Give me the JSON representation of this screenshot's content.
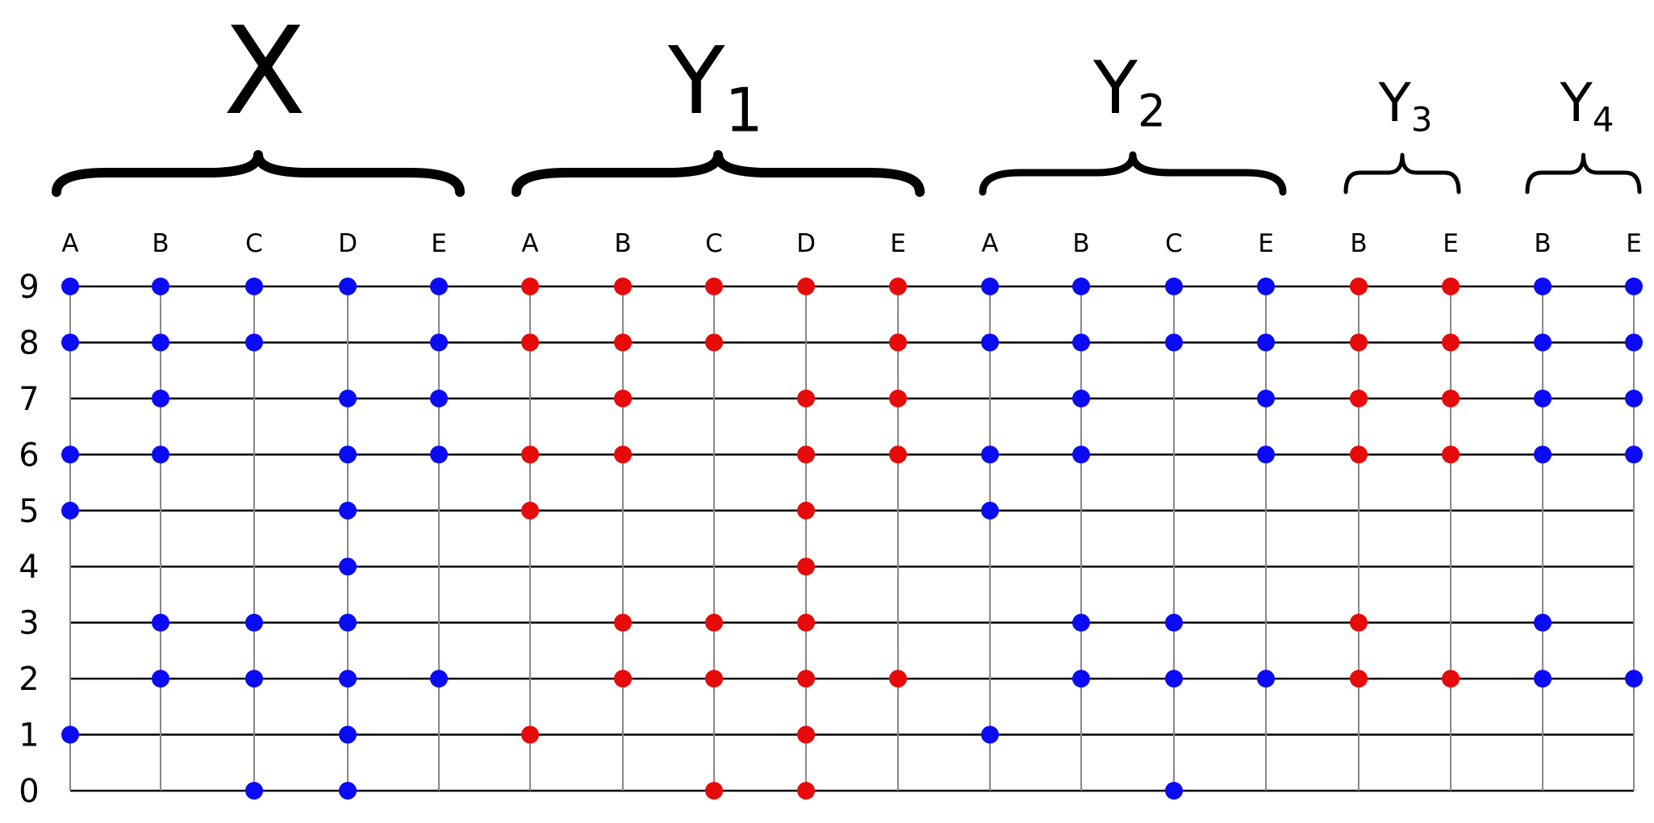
{
  "rows": [
    "0",
    "1",
    "2",
    "3",
    "4",
    "5",
    "6",
    "7",
    "8",
    "9"
  ],
  "colors": {
    "blue": "#0a0af5",
    "red": "#e60a0a",
    "line": "#000000",
    "vline": "#888888"
  },
  "groups": [
    {
      "letter": "X",
      "subscript": "",
      "dot_color": "blue",
      "columns": [
        {
          "label": "A",
          "dots": [
            9,
            8,
            6,
            5,
            1
          ]
        },
        {
          "label": "B",
          "dots": [
            9,
            8,
            7,
            6,
            3,
            2
          ]
        },
        {
          "label": "C",
          "dots": [
            9,
            8,
            3,
            2,
            0
          ]
        },
        {
          "label": "D",
          "dots": [
            9,
            7,
            6,
            5,
            4,
            3,
            2,
            1,
            0
          ]
        },
        {
          "label": "E",
          "dots": [
            9,
            8,
            7,
            6,
            2
          ]
        }
      ]
    },
    {
      "letter": "Y",
      "subscript": "1",
      "dot_color": "red",
      "columns": [
        {
          "label": "A",
          "dots": [
            9,
            8,
            6,
            5,
            1
          ]
        },
        {
          "label": "B",
          "dots": [
            9,
            8,
            7,
            6,
            3,
            2
          ]
        },
        {
          "label": "C",
          "dots": [
            9,
            8,
            3,
            2,
            0
          ]
        },
        {
          "label": "D",
          "dots": [
            9,
            7,
            6,
            5,
            4,
            3,
            2,
            1,
            0
          ]
        },
        {
          "label": "E",
          "dots": [
            9,
            8,
            7,
            6,
            2
          ]
        }
      ]
    },
    {
      "letter": "Y",
      "subscript": "2",
      "dot_color": "blue",
      "columns": [
        {
          "label": "A",
          "dots": [
            9,
            8,
            6,
            5,
            1
          ]
        },
        {
          "label": "B",
          "dots": [
            9,
            8,
            7,
            6,
            3,
            2
          ]
        },
        {
          "label": "C",
          "dots": [
            9,
            8,
            3,
            2,
            0
          ]
        },
        {
          "label": "E",
          "dots": [
            9,
            8,
            7,
            6,
            2
          ]
        }
      ]
    },
    {
      "letter": "Y",
      "subscript": "3",
      "dot_color": "red",
      "columns": [
        {
          "label": "B",
          "dots": [
            9,
            8,
            7,
            6,
            3,
            2
          ]
        },
        {
          "label": "E",
          "dots": [
            9,
            8,
            7,
            6,
            2
          ]
        }
      ]
    },
    {
      "letter": "Y",
      "subscript": "4",
      "dot_color": "blue",
      "columns": [
        {
          "label": "B",
          "dots": [
            9,
            8,
            7,
            6,
            3,
            2
          ]
        },
        {
          "label": "E",
          "dots": [
            9,
            8,
            7,
            6,
            2
          ]
        }
      ]
    }
  ]
}
